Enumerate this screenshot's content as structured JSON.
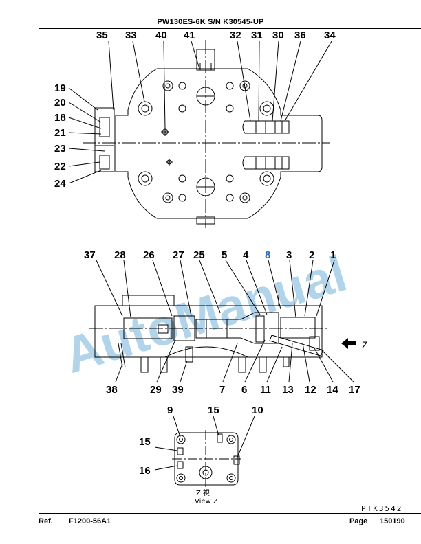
{
  "header": {
    "title": "PW130ES-6K S/N K30545-UP"
  },
  "footer": {
    "ref_label": "Ref.",
    "ref_value": "F1200-56A1",
    "page_label": "Page",
    "page_value": "150190"
  },
  "drawing": {
    "code": "PTK3542",
    "watermark": "AutoManual",
    "view_arrow_label": "Z",
    "view_label_cn": "Z 視",
    "view_label": "View Z",
    "top_view_callouts": [
      "35",
      "33",
      "40",
      "41",
      "32",
      "31",
      "30",
      "36",
      "34",
      "19",
      "20",
      "18",
      "21",
      "23",
      "22",
      "24"
    ],
    "section_top_callouts": [
      "37",
      "28",
      "26",
      "27",
      "25",
      "5",
      "4",
      "8",
      "3",
      "2",
      "1"
    ],
    "section_bottom_callouts": [
      "38",
      "29",
      "39",
      "7",
      "6",
      "11",
      "13",
      "12",
      "14",
      "17"
    ],
    "view_z_callouts": [
      "9",
      "15",
      "10",
      "15",
      "16"
    ]
  }
}
